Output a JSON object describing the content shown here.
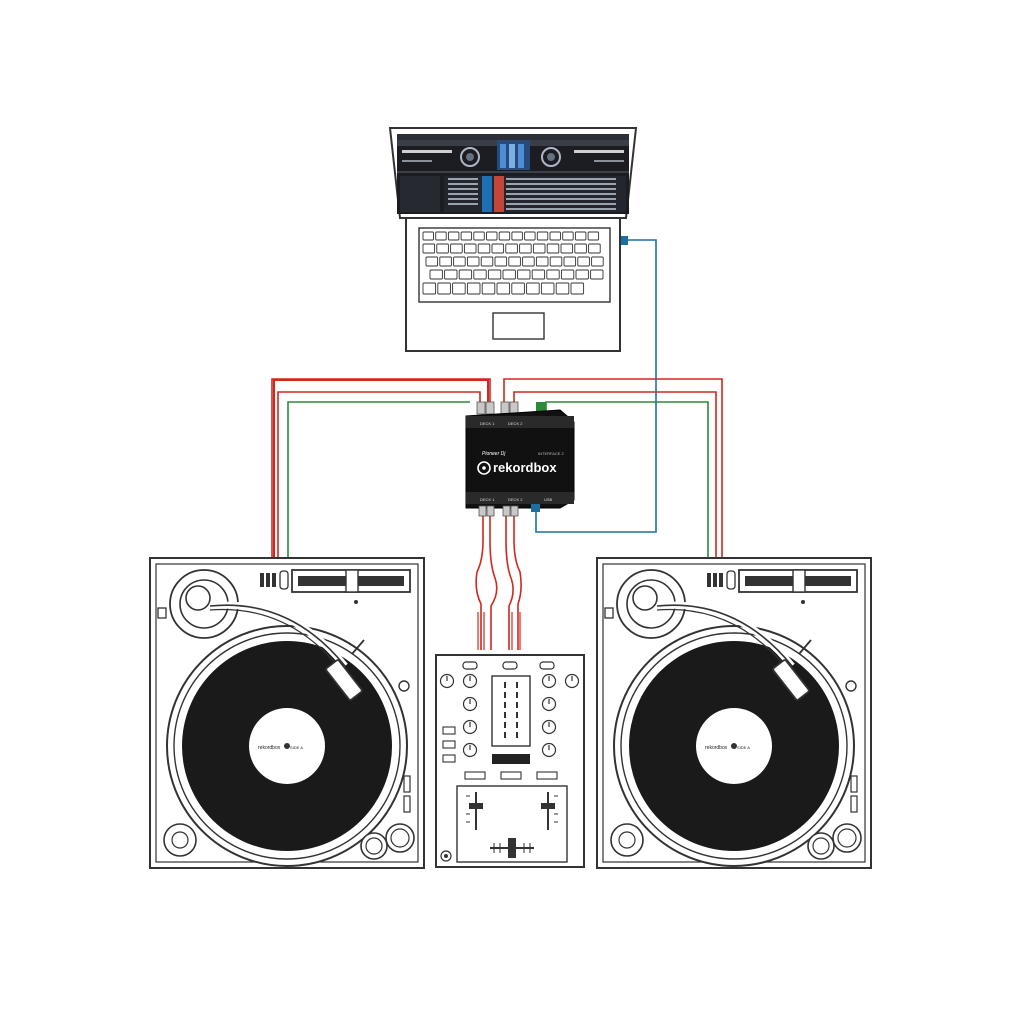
{
  "interface": {
    "brand": "Pioneer Dj",
    "logo": "rekordbox",
    "model": "INTERFACE 2",
    "top_label_left": "DECK 1",
    "top_label_mid": "DECK 2",
    "bottom_label_left": "DECK 1",
    "bottom_label_mid": "DECK 2",
    "usb_label": "USB"
  },
  "records": {
    "label_logo": "rekordbox",
    "label_side": "SIDE A"
  },
  "colors": {
    "red_cable": "#d0281e",
    "green_cable": "#2a8a3a",
    "blue_cable": "#1f6f9e",
    "outline": "#333333",
    "vinyl": "#1a1a1a"
  },
  "icons": {
    "laptop": "laptop-icon",
    "interface": "audio-interface-icon",
    "turntable": "turntable-icon",
    "mixer": "dj-mixer-icon"
  }
}
